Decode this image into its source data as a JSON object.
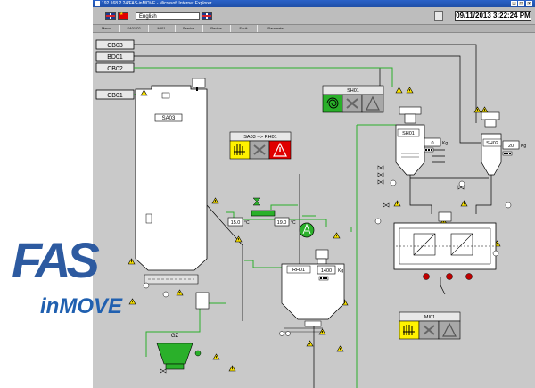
{
  "window": {
    "title": "192.168.2.24/FAS-inMOVE - Microsoft Internet Explorer",
    "controls": [
      "_",
      "□",
      "x"
    ]
  },
  "header": {
    "language": "English",
    "datetime": "09/11/2013 3:22:24 PM"
  },
  "menu": {
    "items": [
      "Menu",
      "SA01/02",
      "MI01",
      "Service",
      "Recipe",
      "Fault",
      "Parameter"
    ]
  },
  "lines": {
    "cb03": "CB03",
    "bd01": "BD01",
    "cb02": "CB02",
    "cb01": "CB01"
  },
  "silo": {
    "label": "SA03"
  },
  "transfer": {
    "label": "SA03 --> RH01"
  },
  "temps": {
    "t1": "15.0",
    "t2": "19.0",
    "unit": "°C"
  },
  "sh01": {
    "panel_label": "SH01",
    "hopper_label": "SH01",
    "weight": "0",
    "unit": "Kg"
  },
  "sh02": {
    "label": "SH02",
    "weight": "20",
    "unit": "Kg"
  },
  "rh01": {
    "label": "RH01",
    "weight": "1400",
    "unit": "Kg"
  },
  "mixer": {
    "label": "MI01"
  },
  "gz": {
    "label": "GZ"
  },
  "logo": {
    "top": "FAS",
    "bottom": "inMOVE"
  },
  "colors": {
    "background": "#c9c9c9",
    "pipe": "#000000",
    "active_pipe": "#28b028",
    "alarm": "#e00000",
    "green": "#22aa22"
  }
}
